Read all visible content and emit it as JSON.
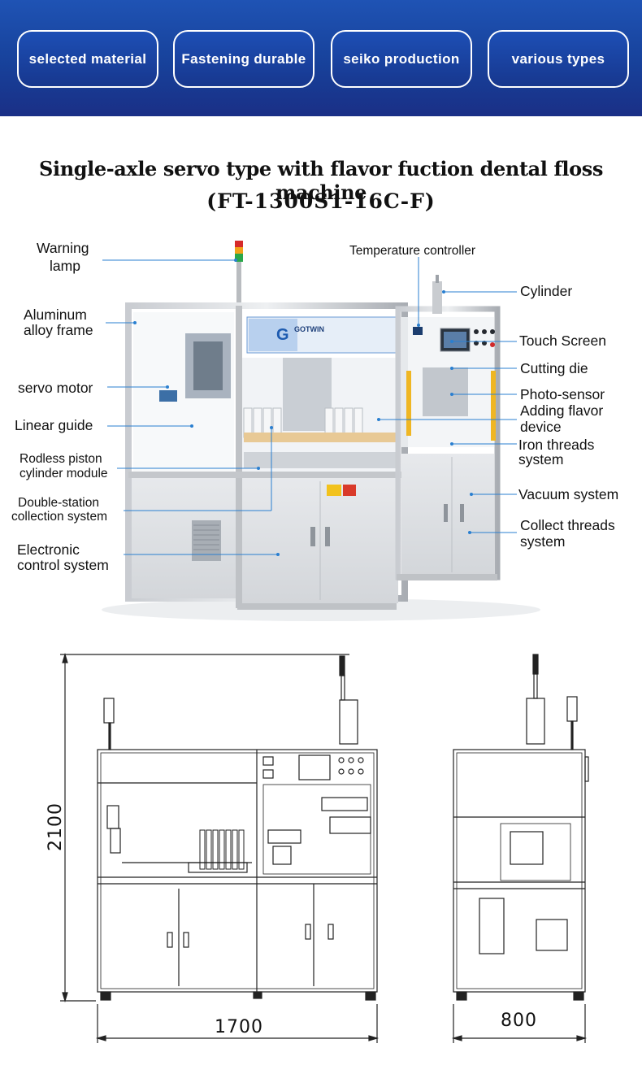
{
  "banner": {
    "features": [
      {
        "label": "selected material"
      },
      {
        "label": "Fastening durable"
      },
      {
        "label": "seiko production"
      },
      {
        "label": "various types"
      }
    ],
    "colors": {
      "top": "#1f53b4",
      "bottom": "#1a2f86",
      "border": "#ffffff"
    }
  },
  "title": {
    "line1": "Single-axle servo type with flavor fuction dental floss machine",
    "line2": "(FT-1300S1-16C-F)"
  },
  "machine": {
    "brand": "GOTWIN",
    "labels": {
      "warning_lamp_1": "Warning",
      "warning_lamp_2": "lamp",
      "temperature_controller": "Temperature controller",
      "cylinder": "Cylinder",
      "aluminum_frame_1": "Aluminum",
      "aluminum_frame_2": "alloy frame",
      "touch_screen": "Touch Screen",
      "cutting_die": "Cutting die",
      "servo_motor": "servo motor",
      "photo_sensor": "Photo-sensor",
      "adding_flavor_1": "Adding flavor",
      "adding_flavor_2": "device",
      "linear_guide": "Linear guide",
      "iron_threads_1": "Iron threads",
      "iron_threads_2": "system",
      "rodless_1": "Rodless piston",
      "rodless_2": "cylinder module",
      "vacuum_system": "Vacuum system",
      "double_station_1": "Double-station",
      "double_station_2": "collection system",
      "collect_threads_1": "Collect threads",
      "collect_threads_2": "system",
      "electronic_1": "Electronic",
      "electronic_2": "control system"
    },
    "leader_color": "#2a7fd0"
  },
  "drawing": {
    "height_dim": "2100",
    "width_dim": "1700",
    "depth_dim": "800"
  }
}
